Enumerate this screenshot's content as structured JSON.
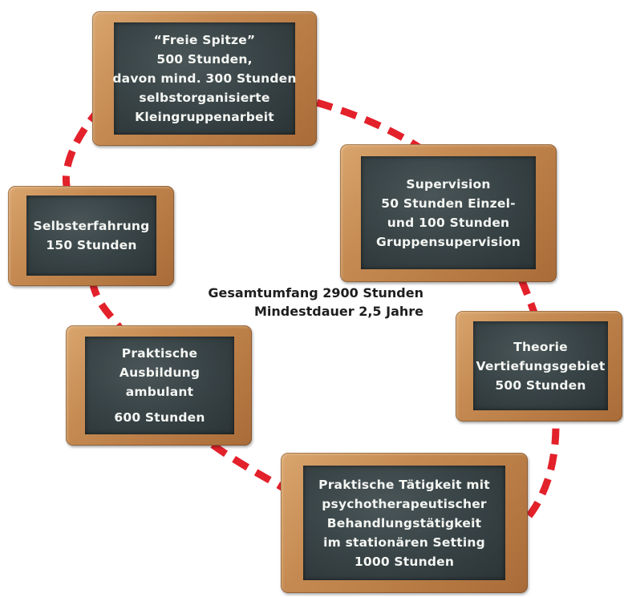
{
  "colors": {
    "ring": "#e3212b",
    "chalk": "#f4f6f2",
    "frame": "#c58a52",
    "board": "#3a4548"
  },
  "center": {
    "line1": "Gesamtumfang 2900 Stunden",
    "line2": "Mindestdauer 2,5 Jahre"
  },
  "slates": {
    "freie_spitze": [
      "“Freie Spitze”",
      "500 Stunden,",
      "davon mind. 300 Stunden",
      "selbstorganisierte",
      "Kleingruppenarbeit"
    ],
    "supervision": [
      "Supervision",
      "50 Stunden Einzel-",
      "und 100 Stunden",
      "Gruppensupervision"
    ],
    "selbsterfahrung": [
      "Selbsterfahrung",
      "150 Stunden"
    ],
    "theorie": [
      "Theorie",
      "Vertiefungsgebiet",
      "500 Stunden"
    ],
    "praktische_ausbildung": [
      "Praktische",
      "Ausbildung",
      "ambulant",
      "600 Stunden"
    ],
    "praktische_taetigkeit": [
      "Praktische Tätigkeit mit",
      "psychotherapeutischer",
      "Behandlungstätigkeit",
      "im stationären Setting",
      "1000 Stunden"
    ]
  }
}
